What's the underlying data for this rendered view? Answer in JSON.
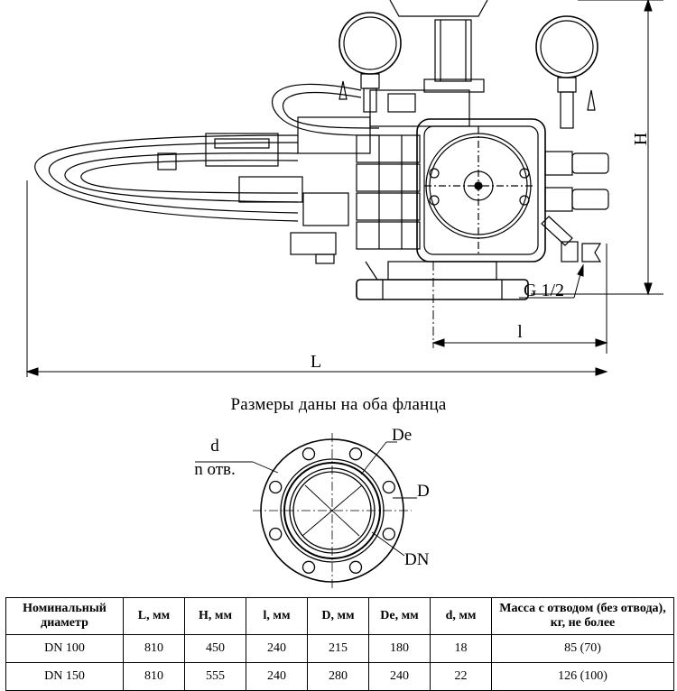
{
  "drawing": {
    "dim_H": "H",
    "dim_l": "l",
    "dim_L": "L",
    "thread_label": "G 1/2"
  },
  "caption": "Размеры даны на оба фланца",
  "flange": {
    "label_d": "d",
    "label_holes": "n отв.",
    "label_De": "De",
    "label_D": "D",
    "label_DN": "DN"
  },
  "table": {
    "headers": [
      "Номинальный диаметр",
      "L, мм",
      "H, мм",
      "l, мм",
      "D, мм",
      "De, мм",
      "d, мм",
      "Масса с отводом (без отвода), кг, не более"
    ],
    "rows": [
      [
        "DN 100",
        "810",
        "450",
        "240",
        "215",
        "180",
        "18",
        "85 (70)"
      ],
      [
        "DN 150",
        "810",
        "555",
        "240",
        "280",
        "240",
        "22",
        "126 (100)"
      ]
    ]
  }
}
